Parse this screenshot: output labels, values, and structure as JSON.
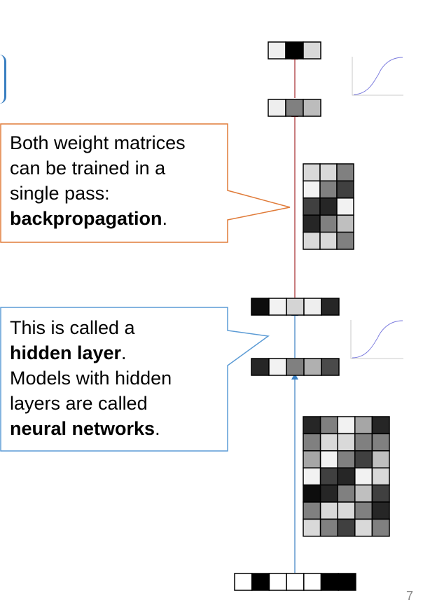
{
  "callout_top": {
    "line1": "Both weight matrices",
    "line2": "can be trained in a",
    "line3": "single pass:",
    "bold": "backpropagation",
    "tail": ".",
    "border_color": "#e07b39"
  },
  "callout_bottom": {
    "line1": "This is called a",
    "bold1": "hidden layer",
    "tail1": ".",
    "line2": "Models with hidden",
    "line3": "layers are called",
    "bold2": "neural networks",
    "tail2": ".",
    "border_color": "#5b9bd5"
  },
  "page_number": "7",
  "colors": {
    "upper_arrow": "#a3282b",
    "lower_arrow": "#3a7fc1",
    "sigmoid_curve": "#7777dd"
  },
  "vectors": {
    "output": [
      "#eeeeee",
      "#000000",
      "#d9d9d9"
    ],
    "pre_output": [
      "#eeeeee",
      "#808080",
      "#bcbcbc"
    ],
    "hidden": [
      "#0d0d0d",
      "#f2f2f2",
      "#d4d4d4",
      "#eeeeee",
      "#262626"
    ],
    "pre_hidden": [
      "#262626",
      "#f2f2f2",
      "#808080",
      "#b0b0b0",
      "#4a4a4a"
    ],
    "input": [
      "#ffffff",
      "#000000",
      "#ffffff",
      "#ffffff",
      "#ffffff",
      "#000000",
      "#000000"
    ]
  },
  "matrices": {
    "upper": [
      [
        "#d9d9d9",
        "#d9d9d9",
        "#808080"
      ],
      [
        "#f2f2f2",
        "#808080",
        "#404040"
      ],
      [
        "#404040",
        "#262626",
        "#f2f2f2"
      ],
      [
        "#262626",
        "#808080",
        "#bfbfbf"
      ],
      [
        "#d9d9d9",
        "#d9d9d9",
        "#808080"
      ]
    ],
    "lower": [
      [
        "#262626",
        "#808080",
        "#f2f2f2",
        "#a6a6a6",
        "#262626"
      ],
      [
        "#808080",
        "#d9d9d9",
        "#d9d9d9",
        "#808080",
        "#808080"
      ],
      [
        "#a6a6a6",
        "#f2f2f2",
        "#808080",
        "#404040",
        "#bfbfbf"
      ],
      [
        "#f2f2f2",
        "#404040",
        "#262626",
        "#f2f2f2",
        "#d9d9d9"
      ],
      [
        "#0d0d0d",
        "#262626",
        "#808080",
        "#bfbfbf",
        "#404040"
      ],
      [
        "#808080",
        "#d9d9d9",
        "#d9d9d9",
        "#808080",
        "#262626"
      ],
      [
        "#d9d9d9",
        "#808080",
        "#404040",
        "#d9d9d9",
        "#808080"
      ]
    ]
  }
}
